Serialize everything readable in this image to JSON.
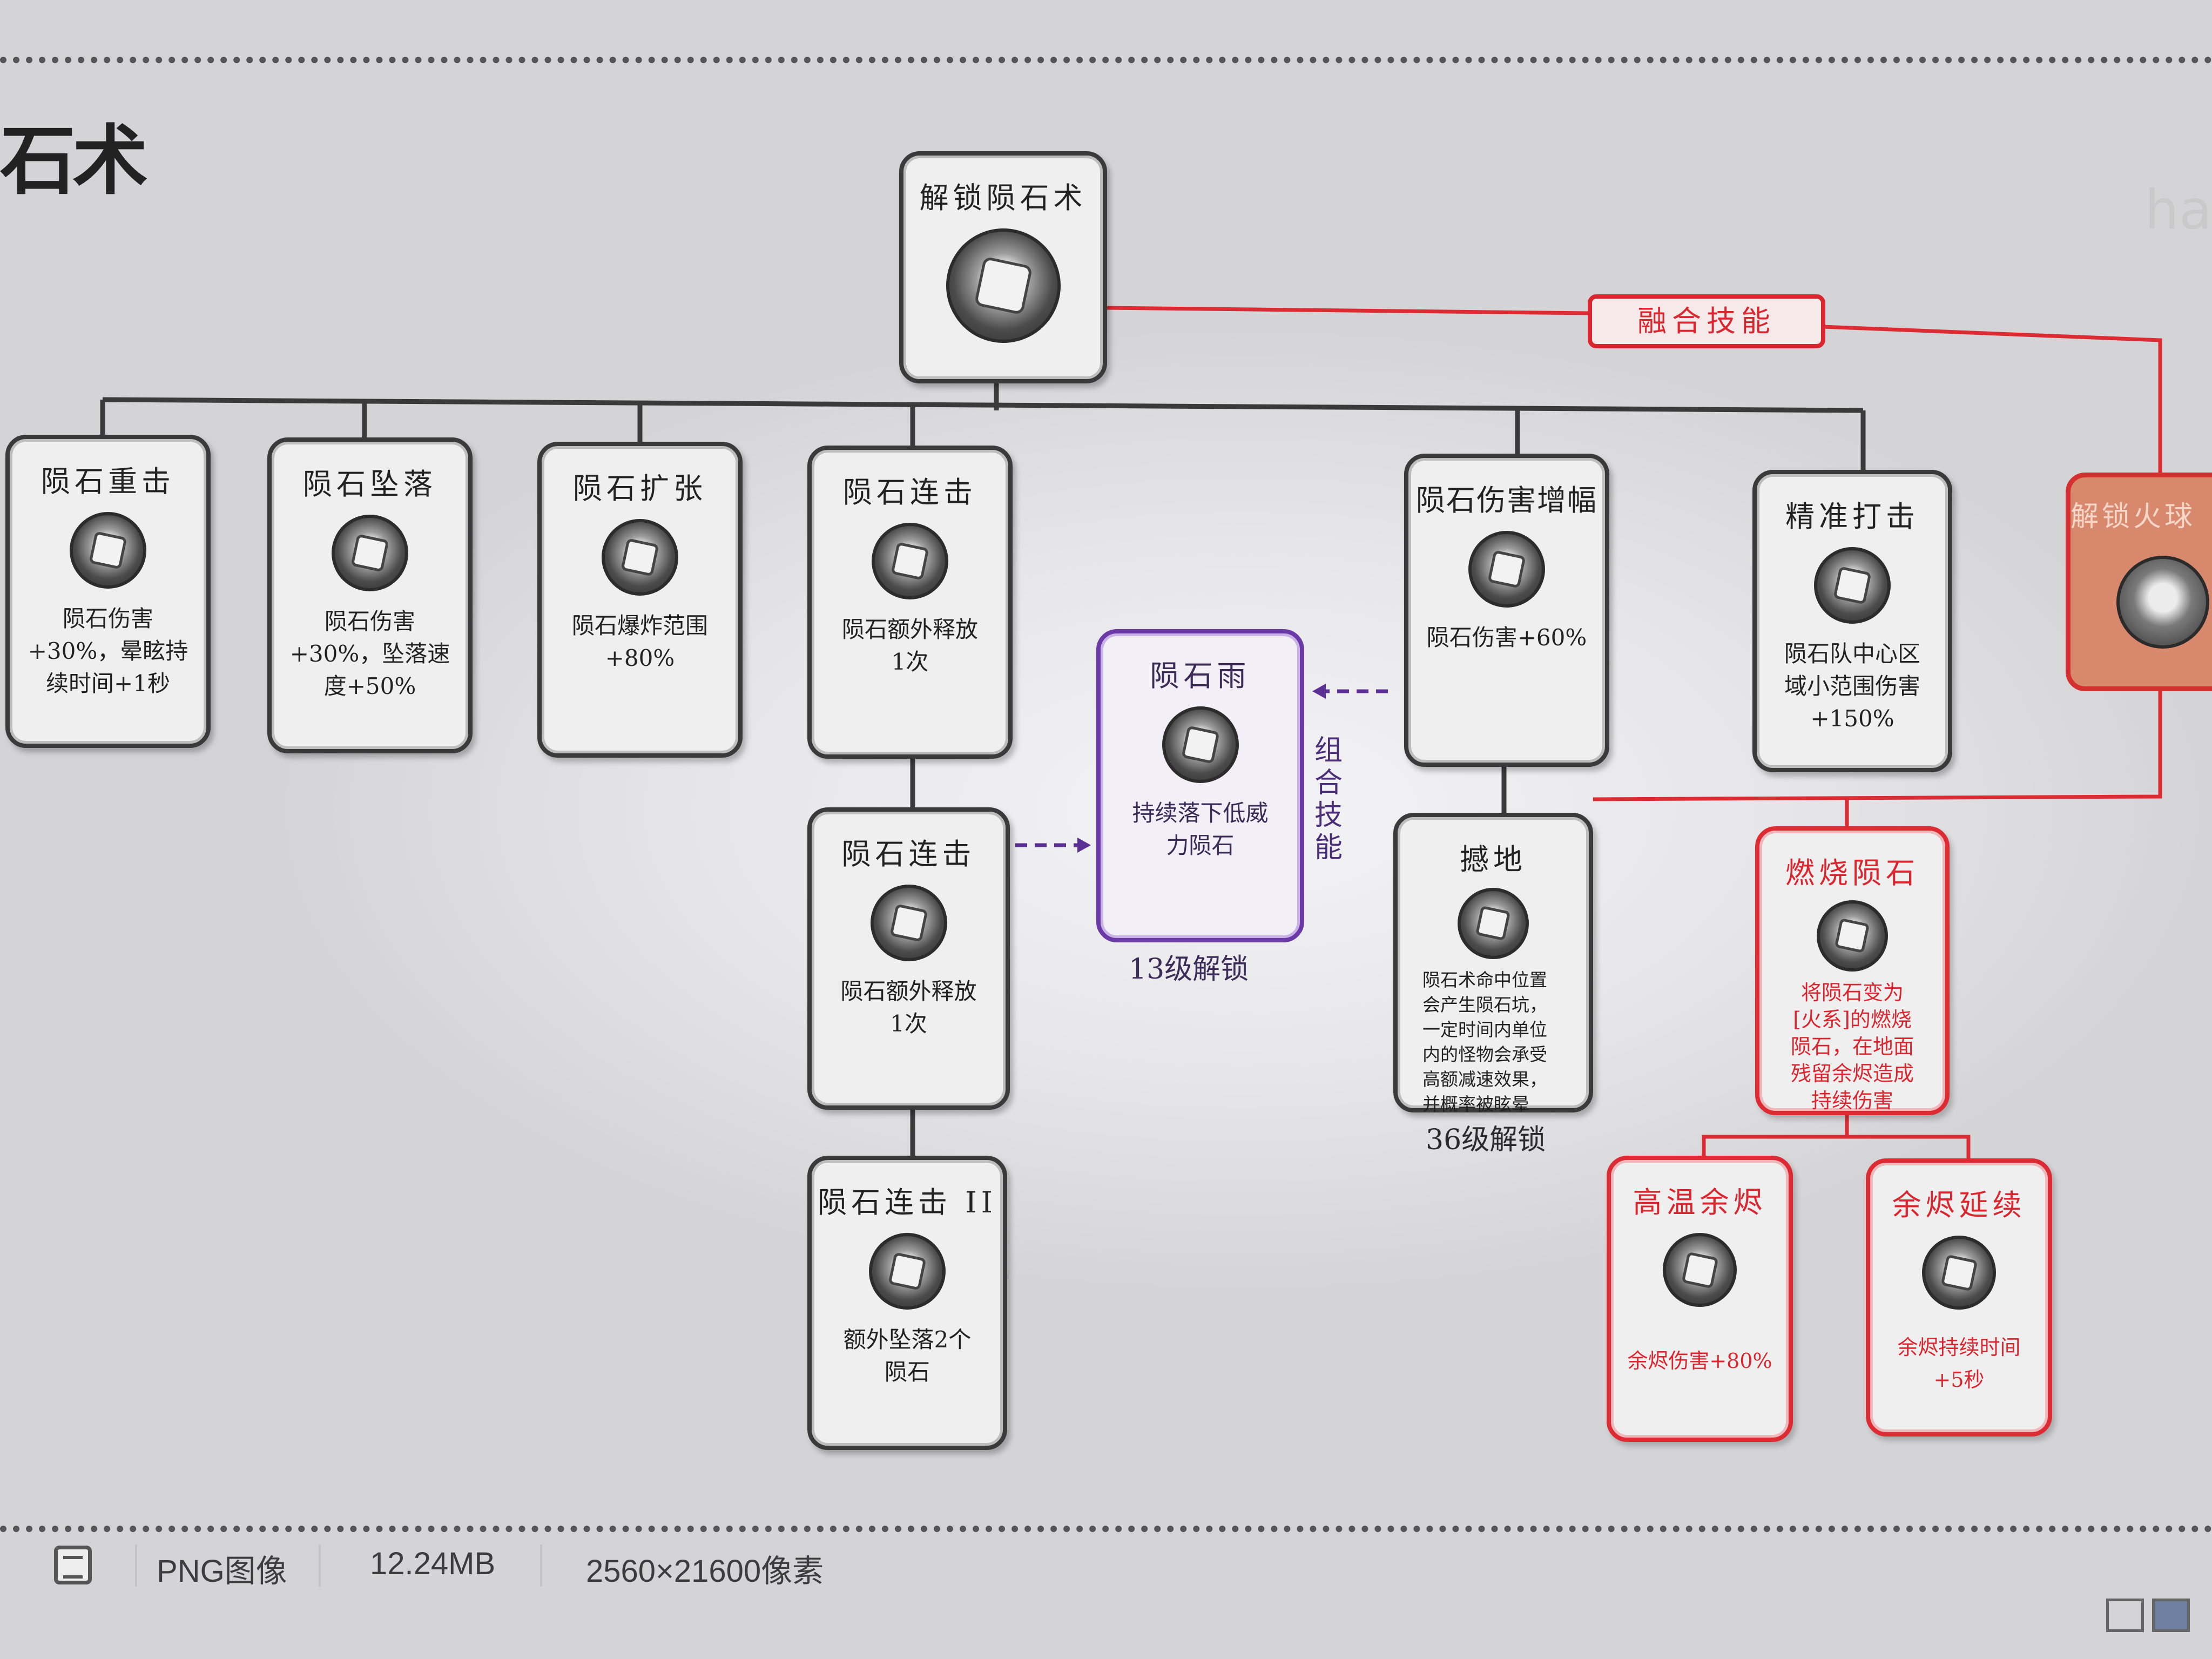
{
  "page": {
    "title": "石术",
    "watermark": "ha"
  },
  "root": {
    "name": "解锁陨石术",
    "icon": "meteor-icon"
  },
  "branches": [
    {
      "id": "meteor-strike",
      "name": "陨石重击",
      "desc": "陨石伤害\n+30%，晕眩持\n续时间+1秒"
    },
    {
      "id": "meteor-fall",
      "name": "陨石坠落",
      "desc": "陨石伤害\n+30%，坠落速\n度+50%"
    },
    {
      "id": "meteor-expand",
      "name": "陨石扩张",
      "desc": "陨石爆炸范围\n+80%"
    },
    {
      "id": "meteor-combo",
      "name": "陨石连击",
      "desc": "陨石额外释放\n1次"
    },
    {
      "id": "meteor-combo-2",
      "name": "陨石连击",
      "desc": "陨石额外释放\n1次"
    },
    {
      "id": "meteor-combo-ii",
      "name": "陨石连击 II",
      "desc": "额外坠落2个\n陨石"
    },
    {
      "id": "meteor-damage-amp",
      "name": "陨石伤害增幅",
      "desc": "陨石伤害+60%"
    },
    {
      "id": "quake",
      "name": "撼地",
      "desc": "陨石术命中位置\n会产生陨石坑，\n一定时间内单位\n内的怪物会承受\n高额减速效果，\n并概率被眩晕"
    },
    {
      "id": "precision-strike",
      "name": "精准打击",
      "desc": "陨石队中心区\n域小范围伤害\n+150%"
    }
  ],
  "combo_skill": {
    "name": "陨石雨",
    "desc": "持续落下低威\n力陨石",
    "unlock": "13级解锁",
    "label": "组合技能"
  },
  "quake_unlock": "36级解锁",
  "fusion": {
    "label": "融合技能",
    "fire_unlock": "解锁火球",
    "burning": {
      "name": "燃烧陨石",
      "desc": "将陨石变为\n[火系]的燃烧\n陨石，在地面\n残留余烬造成\n持续伤害"
    },
    "high_temp": {
      "name": "高温余烬",
      "desc": "余烬伤害+80%"
    },
    "ember_extend": {
      "name": "余烬延续",
      "desc": "余烬持续时间\n+5秒"
    }
  },
  "statusbar": {
    "type": "PNG图像",
    "size": "12.24MB",
    "dimensions": "2560×21600像素"
  },
  "colors": {
    "red": "#dd2b34",
    "purple": "#6c3aa6",
    "card_border": "#3a3a3a"
  }
}
